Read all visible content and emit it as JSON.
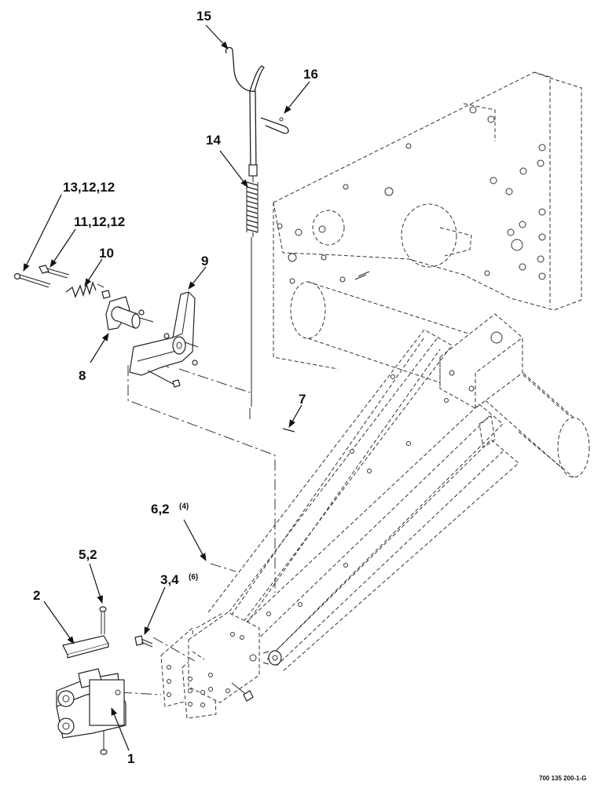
{
  "callouts": {
    "c15": "15",
    "c16": "16",
    "c14": "14",
    "c13": "13,12,12",
    "c11": "11,12,12",
    "c10": "10",
    "c9": "9",
    "c8": "8",
    "c7": "7",
    "c62": "6,2",
    "c62_qty": "(4)",
    "c52": "5,2",
    "c2": "2",
    "c34": "3,4",
    "c34_qty": "(6)",
    "c1": "1"
  },
  "drawing_number": "700 135 200-1-G"
}
